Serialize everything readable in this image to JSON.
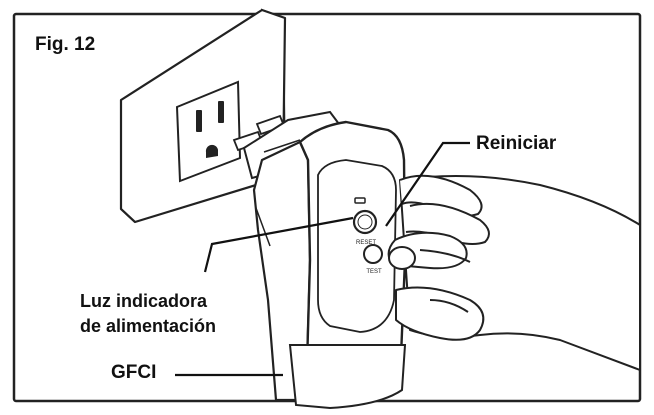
{
  "figure": {
    "number_label": "Fig. 12",
    "labels": {
      "reset": "Reiniciar",
      "power_light_line1": "Luz indicadora",
      "power_light_line2": "de alimentación",
      "gfci": "GFCI"
    },
    "device_buttons": {
      "reset": "RESET",
      "test": "TEST"
    }
  }
}
